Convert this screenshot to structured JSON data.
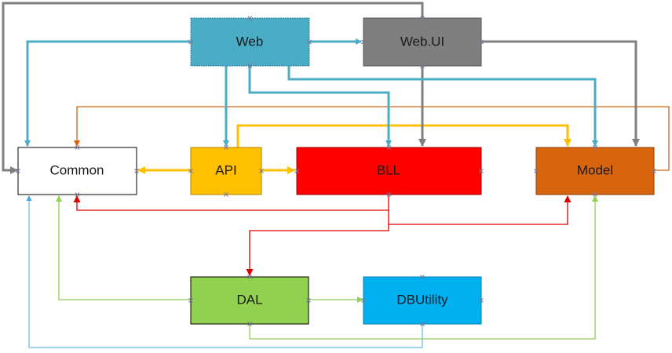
{
  "nodes": {
    "web": {
      "label": "Web",
      "color": "#4bacc6"
    },
    "webui": {
      "label": "Web.UI",
      "color": "#7f7f7f"
    },
    "common": {
      "label": "Common",
      "color": "#ffffff"
    },
    "api": {
      "label": "API",
      "color": "#ffc000"
    },
    "bll": {
      "label": "BLL",
      "color": "#ff0000"
    },
    "model": {
      "label": "Model",
      "color": "#d9640e"
    },
    "dal": {
      "label": "DAL",
      "color": "#92d050"
    },
    "dbutility": {
      "label": "DBUtility",
      "color": "#00b0f0"
    }
  },
  "edge_colors": {
    "web": "#4bacc6",
    "webui": "#7f7f7f",
    "api": "#ffc000",
    "bll": "#e00000",
    "model": "#d9640e",
    "dal": "#92d050",
    "dbutility": "#3fa9d6"
  }
}
